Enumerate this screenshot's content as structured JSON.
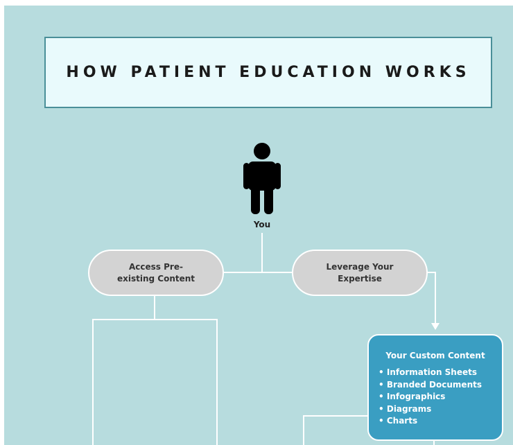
{
  "title": "HOW PATIENT EDUCATION WORKS",
  "person": {
    "label": "You",
    "icon": "person-icon"
  },
  "left_node": {
    "label": "Access Pre-existing Content"
  },
  "right_node": {
    "label": "Leverage Your Expertise"
  },
  "custom_box": {
    "title": "Your Custom Content",
    "items": [
      "Information Sheets",
      "Branded Documents",
      "Infographics",
      "Diagrams",
      "Charts"
    ]
  },
  "colors": {
    "background": "#b7dcde",
    "title_fill": "#e9fafc",
    "title_border": "#4a8f98",
    "pill_fill": "#d3d3d3",
    "custom_fill": "#3a9ec2"
  }
}
